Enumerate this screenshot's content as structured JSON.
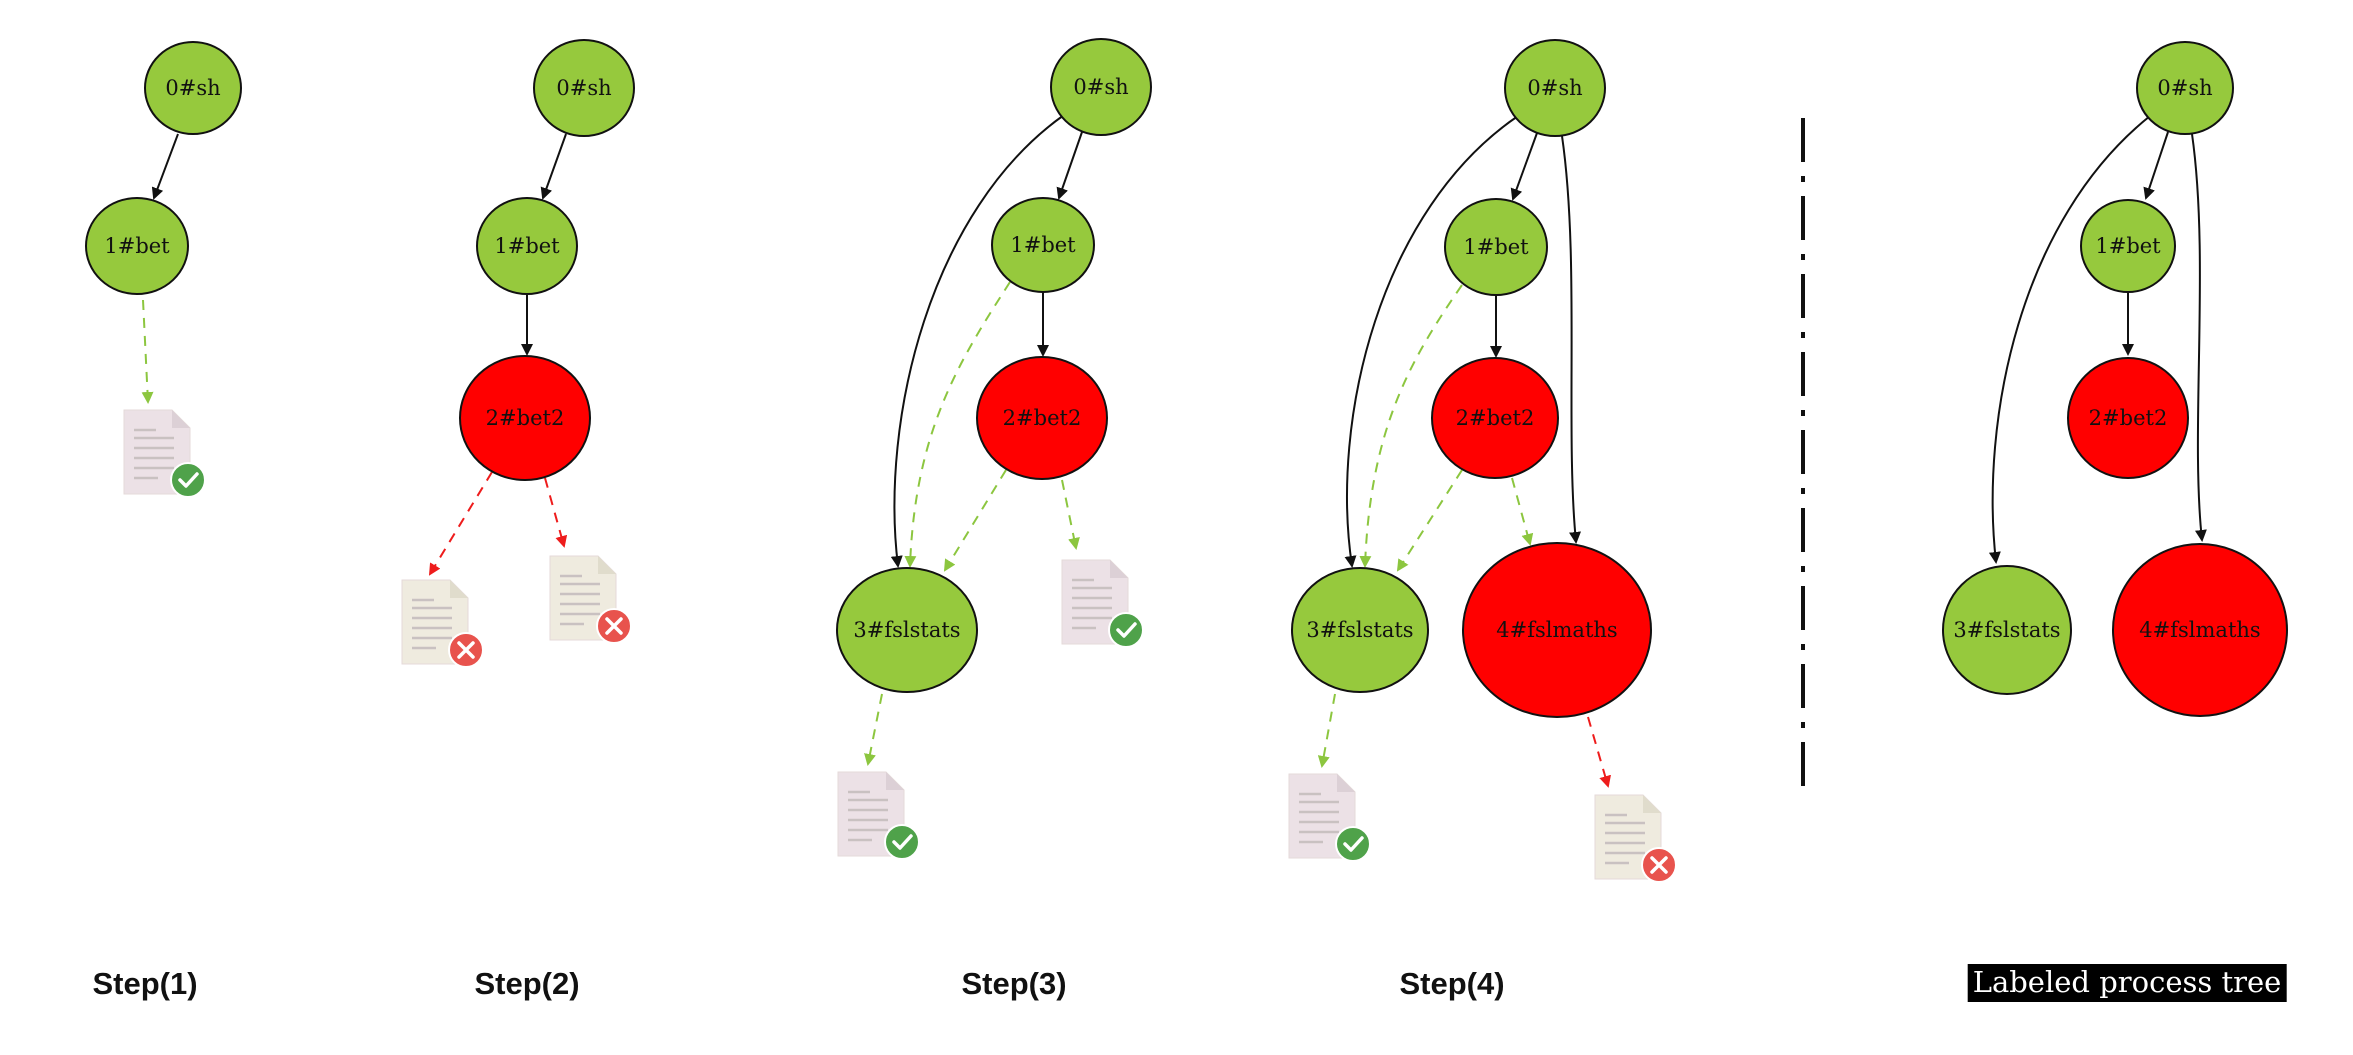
{
  "colors": {
    "success_node": "#96c93d",
    "failed_node": "#ff0000",
    "success_flow": "#8cc63f",
    "failed_flow": "#ee1c1c",
    "edge": "#111111",
    "divider": "#111111"
  },
  "icons": {
    "file_ok": "file-success-icon",
    "file_fail": "file-failed-icon"
  },
  "steps": [
    {
      "label": "Step(1)",
      "nodes": [
        {
          "id": "sh",
          "label": "0#sh",
          "status": "ok"
        },
        {
          "id": "bet",
          "label": "1#bet",
          "status": "ok"
        }
      ],
      "files": [
        {
          "id": "f1",
          "status": "ok"
        }
      ],
      "edges": [
        {
          "from": "sh",
          "to": "bet",
          "type": "exec"
        },
        {
          "from": "bet",
          "to": "f1",
          "type": "write-ok"
        }
      ]
    },
    {
      "label": "Step(2)",
      "nodes": [
        {
          "id": "sh",
          "label": "0#sh",
          "status": "ok"
        },
        {
          "id": "bet",
          "label": "1#bet",
          "status": "ok"
        },
        {
          "id": "bet2",
          "label": "2#bet2",
          "status": "fail"
        }
      ],
      "files": [
        {
          "id": "f1",
          "status": "fail"
        },
        {
          "id": "f2",
          "status": "fail"
        }
      ],
      "edges": [
        {
          "from": "sh",
          "to": "bet",
          "type": "exec"
        },
        {
          "from": "bet",
          "to": "bet2",
          "type": "exec"
        },
        {
          "from": "bet2",
          "to": "f1",
          "type": "write-fail"
        },
        {
          "from": "bet2",
          "to": "f2",
          "type": "write-fail"
        }
      ]
    },
    {
      "label": "Step(3)",
      "nodes": [
        {
          "id": "sh",
          "label": "0#sh",
          "status": "ok"
        },
        {
          "id": "bet",
          "label": "1#bet",
          "status": "ok"
        },
        {
          "id": "bet2",
          "label": "2#bet2",
          "status": "fail"
        },
        {
          "id": "fslstats",
          "label": "3#fslstats",
          "status": "ok"
        }
      ],
      "files": [
        {
          "id": "f1",
          "status": "ok"
        },
        {
          "id": "f2",
          "status": "ok"
        }
      ],
      "edges": [
        {
          "from": "sh",
          "to": "bet",
          "type": "exec"
        },
        {
          "from": "sh",
          "to": "fslstats",
          "type": "exec"
        },
        {
          "from": "bet",
          "to": "bet2",
          "type": "exec"
        },
        {
          "from": "bet",
          "to": "fslstats",
          "type": "write-ok"
        },
        {
          "from": "bet2",
          "to": "fslstats",
          "type": "write-ok"
        },
        {
          "from": "bet2",
          "to": "f1",
          "type": "write-ok"
        },
        {
          "from": "fslstats",
          "to": "f2",
          "type": "write-ok"
        }
      ]
    },
    {
      "label": "Step(4)",
      "nodes": [
        {
          "id": "sh",
          "label": "0#sh",
          "status": "ok"
        },
        {
          "id": "bet",
          "label": "1#bet",
          "status": "ok"
        },
        {
          "id": "bet2",
          "label": "2#bet2",
          "status": "fail"
        },
        {
          "id": "fslstats",
          "label": "3#fslstats",
          "status": "ok"
        },
        {
          "id": "fslmaths",
          "label": "4#fslmaths",
          "status": "fail"
        }
      ],
      "files": [
        {
          "id": "f1",
          "status": "ok"
        },
        {
          "id": "f2",
          "status": "fail"
        }
      ],
      "edges": [
        {
          "from": "sh",
          "to": "bet",
          "type": "exec"
        },
        {
          "from": "sh",
          "to": "fslstats",
          "type": "exec"
        },
        {
          "from": "sh",
          "to": "fslmaths",
          "type": "exec"
        },
        {
          "from": "bet",
          "to": "bet2",
          "type": "exec"
        },
        {
          "from": "bet",
          "to": "fslstats",
          "type": "write-ok"
        },
        {
          "from": "bet2",
          "to": "fslstats",
          "type": "write-ok"
        },
        {
          "from": "bet2",
          "to": "fslmaths",
          "type": "write-ok"
        },
        {
          "from": "fslstats",
          "to": "f1",
          "type": "write-ok"
        },
        {
          "from": "fslmaths",
          "to": "f2",
          "type": "write-fail"
        }
      ]
    }
  ],
  "labeled_tree": {
    "label": "Labeled process tree",
    "nodes": [
      {
        "id": "sh",
        "label": "0#sh",
        "status": "ok"
      },
      {
        "id": "bet",
        "label": "1#bet",
        "status": "ok"
      },
      {
        "id": "bet2",
        "label": "2#bet2",
        "status": "fail"
      },
      {
        "id": "fslstats",
        "label": "3#fslstats",
        "status": "ok"
      },
      {
        "id": "fslmaths",
        "label": "4#fslmaths",
        "status": "fail"
      }
    ],
    "edges": [
      {
        "from": "sh",
        "to": "bet",
        "type": "exec"
      },
      {
        "from": "sh",
        "to": "fslstats",
        "type": "exec"
      },
      {
        "from": "sh",
        "to": "fslmaths",
        "type": "exec"
      },
      {
        "from": "bet",
        "to": "bet2",
        "type": "exec"
      }
    ]
  }
}
